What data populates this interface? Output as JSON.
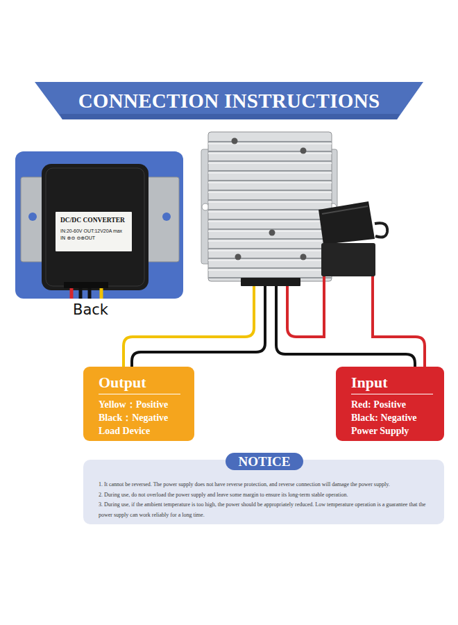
{
  "diagram": {
    "title": "CONNECTION INSTRUCTIONS",
    "nodes": [
      {
        "text": [
          "Back"
        ]
      },
      {
        "text": [
          "DC/DC CONVERTER",
          "IN:20-60V OUT:12V20A max",
          "IN ⊕⊖ ⊖⊕OUT"
        ],
        "in": 0
      },
      {
        "text": [
          "Output",
          "Yellow：Positive",
          "Black：Negative",
          "Load Device"
        ]
      },
      {
        "text": [
          "Input",
          "Red: Positive",
          "Black: Negative",
          "Power Supply"
        ]
      },
      {
        "text": [
          "NOTICE"
        ]
      },
      {
        "text": [
          "1. It cannot be reversed. The power supply does not have reverse protection, and reverse connection will damage the power supply.",
          "2. During use, do not overload the power supply and leave some margin to ensure its long-term stable operation.",
          "3. During use, if the ambient temperature is too high, the power should be appropriately reduced. Low temperature operation is a guarantee that the power supply can work reliably for a long time."
        ]
      }
    ]
  }
}
